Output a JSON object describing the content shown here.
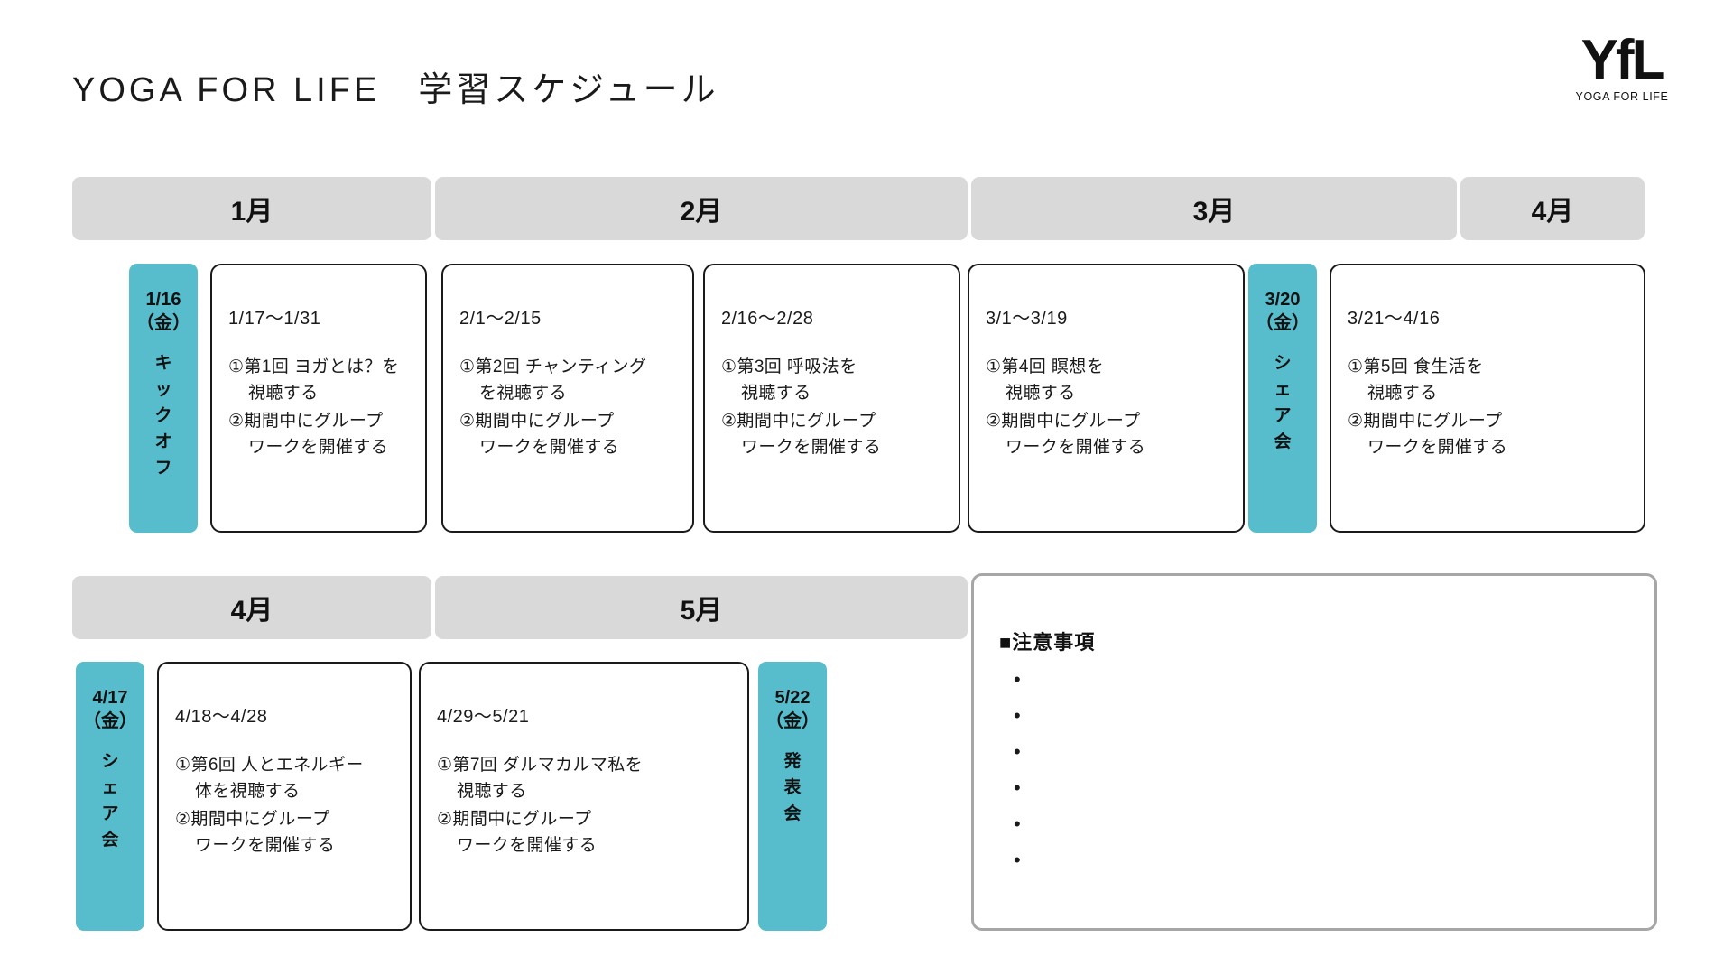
{
  "header": {
    "title": "YOGA FOR LIFE　学習スケジュール",
    "logo_mark": "YfL",
    "logo_sub": "YOGA FOR LIFE"
  },
  "colors": {
    "teal": "#57BCCB",
    "month_bar_gray": "#D9D9D9",
    "card_border": "#1A1A1A",
    "notes_border": "#A6A6A6"
  },
  "row1": {
    "months": [
      {
        "label": "1月"
      },
      {
        "label": "2月"
      },
      {
        "label": "3月"
      },
      {
        "label": "4月"
      }
    ],
    "events": [
      {
        "date": "1/16",
        "weekday": "（金）",
        "vertical": [
          "キ",
          "ッ",
          "ク",
          "オ",
          "フ"
        ]
      },
      {
        "date": "3/20",
        "weekday": "（金）",
        "vertical": [
          "シ",
          "ェ",
          "ア",
          "会"
        ]
      }
    ],
    "cards": [
      {
        "range": "1/17〜1/31",
        "items": [
          {
            "lead": "①第1回 ヨガとは？を",
            "cont": "視聴する"
          },
          {
            "lead": "②期間中にグループ",
            "cont": "ワークを開催する"
          }
        ]
      },
      {
        "range": "2/1〜2/15",
        "items": [
          {
            "lead": "①第2回 チャンティング",
            "cont": "を視聴する"
          },
          {
            "lead": "②期間中にグループ",
            "cont": "ワークを開催する"
          }
        ]
      },
      {
        "range": "2/16〜2/28",
        "items": [
          {
            "lead": "①第3回 呼吸法を",
            "cont": "視聴する"
          },
          {
            "lead": "②期間中にグループ",
            "cont": "ワークを開催する"
          }
        ]
      },
      {
        "range": "3/1〜3/19",
        "items": [
          {
            "lead": "①第4回 瞑想を",
            "cont": "視聴する"
          },
          {
            "lead": "②期間中にグループ",
            "cont": "ワークを開催する"
          }
        ]
      },
      {
        "range": "3/21〜4/16",
        "items": [
          {
            "lead": "①第5回 食生活を",
            "cont": "視聴する"
          },
          {
            "lead": "②期間中にグループ",
            "cont": "ワークを開催する"
          }
        ]
      }
    ]
  },
  "row2": {
    "months": [
      {
        "label": "4月"
      },
      {
        "label": "5月"
      }
    ],
    "events": [
      {
        "date": "4/17",
        "weekday": "（金）",
        "vertical": [
          "シ",
          "ェ",
          "ア",
          "会"
        ]
      },
      {
        "date": "5/22",
        "weekday": "（金）",
        "vertical": [
          "発",
          "表",
          "会"
        ]
      }
    ],
    "cards": [
      {
        "range": "4/18〜4/28",
        "items": [
          {
            "lead": "①第6回 人とエネルギー",
            "cont": "体を視聴する"
          },
          {
            "lead": "②期間中にグループ",
            "cont": "ワークを開催する"
          }
        ]
      },
      {
        "range": "4/29〜5/21",
        "items": [
          {
            "lead": "①第7回 ダルマカルマ私を",
            "cont": "視聴する"
          },
          {
            "lead": "②期間中にグループ",
            "cont": "ワークを開催する"
          }
        ]
      }
    ]
  },
  "notes": {
    "title": "■注意事項",
    "bullets": [
      "",
      "",
      "",
      "",
      "",
      ""
    ]
  }
}
